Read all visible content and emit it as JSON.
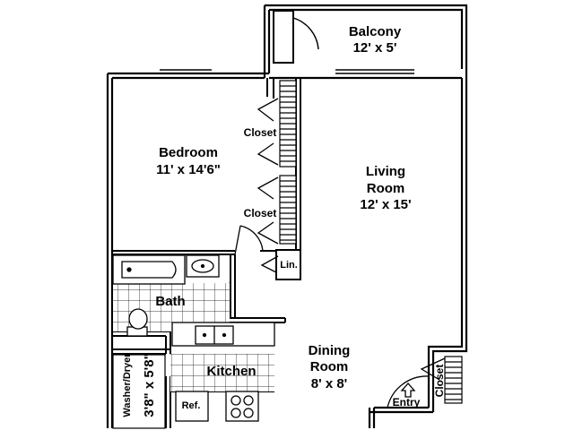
{
  "plan": {
    "rooms": {
      "balcony": {
        "name": "Balcony",
        "dims": "12' x 5'"
      },
      "bedroom": {
        "name": "Bedroom",
        "dims": "11' x 14'6\""
      },
      "living": {
        "name_line1": "Living",
        "name_line2": "Room",
        "dims": "12' x 15'"
      },
      "dining": {
        "name_line1": "Dining",
        "name_line2": "Room",
        "dims": "8' x 8'"
      },
      "kitchen": {
        "name": "Kitchen"
      },
      "bath": {
        "name": "Bath"
      },
      "washer": {
        "name": "Washer/Dryer",
        "dims": "3'8\" x 5'8\""
      }
    },
    "labels": {
      "closet_upper": "Closet",
      "closet_lower": "Closet",
      "closet_entry": "Closet",
      "linen": "Lin.",
      "refrigerator": "Ref.",
      "entry": "Entry"
    }
  }
}
